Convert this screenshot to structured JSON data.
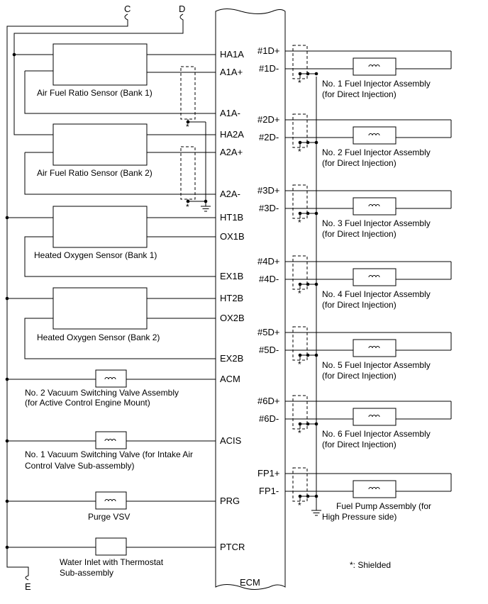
{
  "connectors": {
    "c": "C",
    "d": "D",
    "e": "E"
  },
  "ecm_label": "ECM",
  "shield_marker": "*",
  "legend": "*: Shielded",
  "left_pins": {
    "ha1a": "HA1A",
    "a1ap": "A1A+",
    "a1am": "A1A-",
    "ha2a": "HA2A",
    "a2ap": "A2A+",
    "a2am": "A2A-",
    "ht1b": "HT1B",
    "ox1b": "OX1B",
    "ex1b": "EX1B",
    "ht2b": "HT2B",
    "ox2b": "OX2B",
    "ex2b": "EX2B",
    "acm": "ACM",
    "acis": "ACIS",
    "prg": "PRG",
    "ptcr": "PTCR"
  },
  "left_components": {
    "af1": "Air Fuel Ratio Sensor (Bank 1)",
    "af2": "Air Fuel Ratio Sensor (Bank 2)",
    "ho1": "Heated Oxygen Sensor (Bank 1)",
    "ho2": "Heated Oxygen Sensor (Bank 2)",
    "vsv2_l1": "No. 2 Vacuum Switching Valve Assembly",
    "vsv2_l2": "(for Active Control Engine Mount)",
    "vsv1_l1": "No. 1 Vacuum Switching Valve (for Intake Air",
    "vsv1_l2": "Control Valve Sub-assembly)",
    "purge": "Purge VSV",
    "water_l1": "Water Inlet with Thermostat",
    "water_l2": "Sub-assembly"
  },
  "injectors": [
    {
      "plus": "#1D+",
      "minus": "#1D-",
      "line1": "No. 1 Fuel Injector Assembly",
      "line2": "(for Direct Injection)"
    },
    {
      "plus": "#2D+",
      "minus": "#2D-",
      "line1": "No. 2 Fuel Injector Assembly",
      "line2": "(for Direct Injection)"
    },
    {
      "plus": "#3D+",
      "minus": "#3D-",
      "line1": "No. 3 Fuel Injector Assembly",
      "line2": "(for Direct Injection)"
    },
    {
      "plus": "#4D+",
      "minus": "#4D-",
      "line1": "No. 4 Fuel Injector Assembly",
      "line2": "(for Direct Injection)"
    },
    {
      "plus": "#5D+",
      "minus": "#5D-",
      "line1": "No. 5 Fuel Injector Assembly",
      "line2": "(for Direct Injection)"
    },
    {
      "plus": "#6D+",
      "minus": "#6D-",
      "line1": "No. 6 Fuel Injector Assembly",
      "line2": "(for Direct Injection)"
    },
    {
      "plus": "FP1+",
      "minus": "FP1-",
      "line1": "Fuel Pump Assembly (for",
      "line2": "High Pressure side)"
    }
  ]
}
